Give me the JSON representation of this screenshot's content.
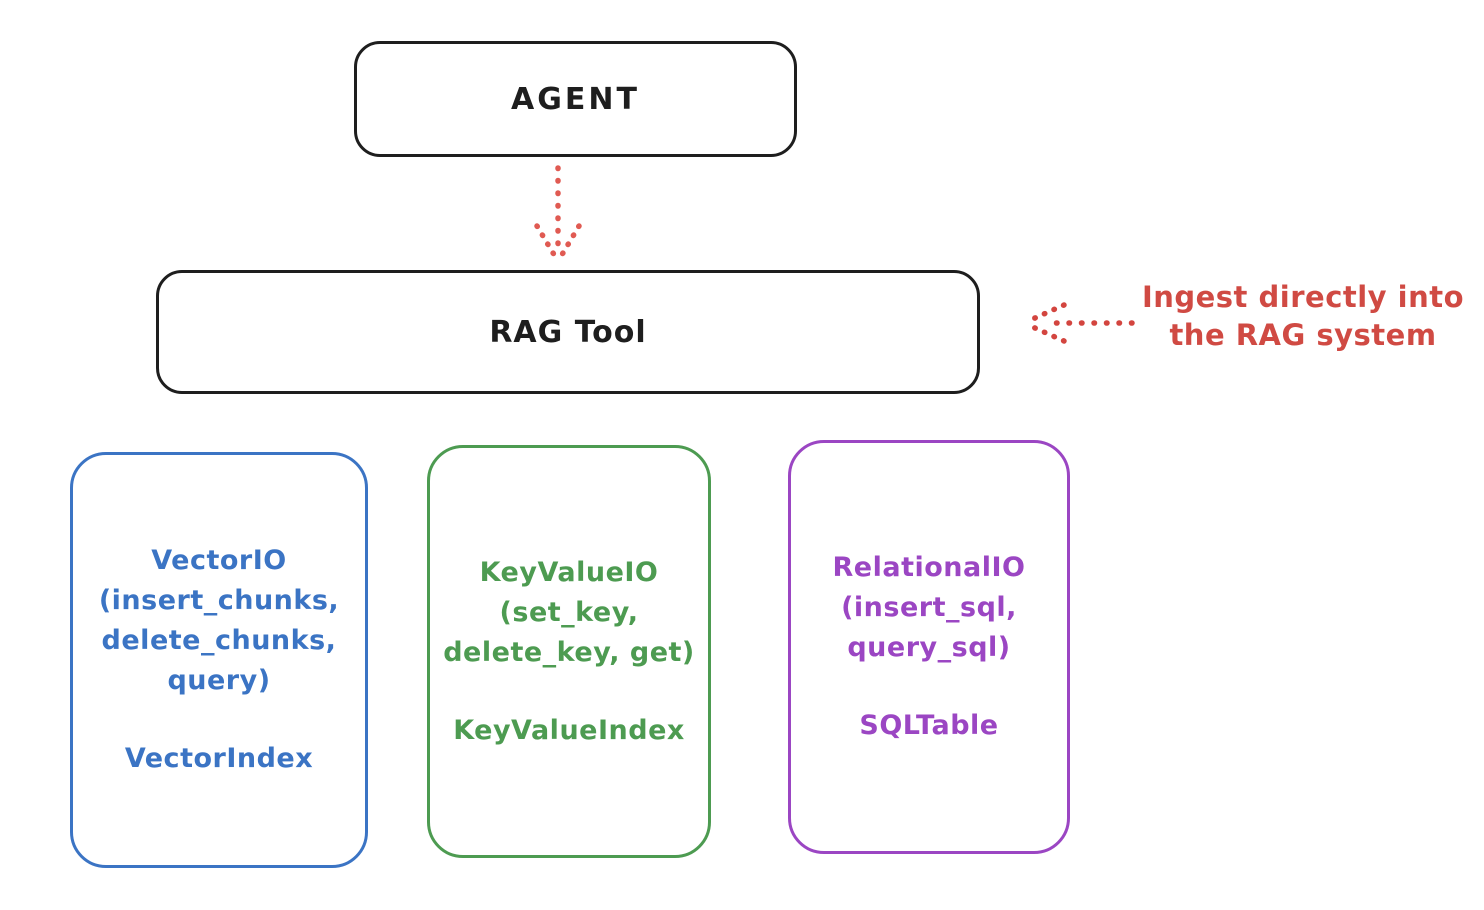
{
  "canvas": {
    "background": "#ffffff",
    "ink_color": "#1e1e1e"
  },
  "agent_box": {
    "label": "AGENT",
    "border_color": "#1e1e1e"
  },
  "rag_tool_box": {
    "label": "RAG Tool",
    "border_color": "#1e1e1e"
  },
  "arrows": {
    "agent_to_rag": {
      "direction": "down",
      "style": "dotted",
      "color": "#e05a52"
    },
    "ingest_to_rag": {
      "direction": "left",
      "style": "dotted",
      "color": "#d3453f"
    }
  },
  "ingest_annotation": {
    "line1": "Ingest directly into",
    "line2": "the RAG system",
    "color": "#d04a43"
  },
  "io_boxes": [
    {
      "title": "VectorIO",
      "methods_lines": [
        "(insert_chunks,",
        "delete_chunks,",
        "query)"
      ],
      "index_label": "VectorIndex",
      "color": "#3b74c4"
    },
    {
      "title": "KeyValueIO",
      "methods_lines": [
        "(set_key,",
        "delete_key, get)"
      ],
      "index_label": "KeyValueIndex",
      "color": "#4d9b51"
    },
    {
      "title": "RelationalIO",
      "methods_lines": [
        "(insert_sql,",
        "query_sql)"
      ],
      "index_label": "SQLTable",
      "color": "#9b46c3"
    }
  ]
}
